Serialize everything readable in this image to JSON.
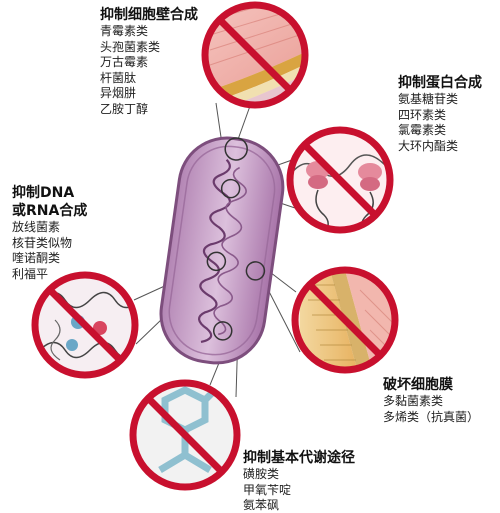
{
  "groups": {
    "cell_wall": {
      "title": "抑制细胞壁合成",
      "items": [
        "青霉素类",
        "头孢菌素类",
        "万古霉素",
        "杆菌肽",
        "异烟肼",
        "乙胺丁醇"
      ]
    },
    "protein": {
      "title": "抑制蛋白合成",
      "items": [
        "氨基糖苷类",
        "四环素类",
        "氯霉素类",
        "大环内酯类"
      ]
    },
    "dna_rna": {
      "title_line1": "抑制DNA",
      "title_line2": "或RNA合成",
      "items": [
        "放线菌素",
        "核苷类似物",
        "喹诺酮类",
        "利福平"
      ]
    },
    "membrane": {
      "title": "破坏细胞膜",
      "items": [
        "多黏菌素类",
        "多烯类（抗真菌）"
      ]
    },
    "metabolism": {
      "title": "抑制基本代谢途径",
      "items": [
        "磺胺类",
        "甲氧苄啶",
        "氨苯砜"
      ]
    }
  },
  "colors": {
    "prohibit_red": "#c8102e",
    "cell_body": "#c9a0c8",
    "cell_edge": "#7d4e7d",
    "leader_line": "#555555"
  },
  "icons": {
    "prohibit": "prohibition-sign",
    "bacterium": "rod-shaped-bacterium"
  }
}
